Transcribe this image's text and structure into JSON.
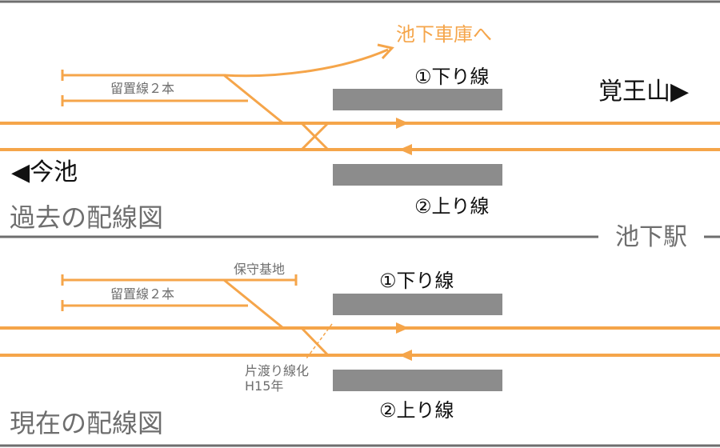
{
  "colors": {
    "track": "#f5a54a",
    "platform": "#8c8c8c",
    "divider": "#6e6e6e",
    "label_gray": "#6e6e6e",
    "dark": "#111111",
    "dashed_removed": "#f5a54a"
  },
  "station": {
    "name": "池下駅"
  },
  "past": {
    "section_title": "過去の配線図",
    "depot_label": "池下車庫へ",
    "siding_label": "留置線２本",
    "platform_down_label": "①下り線",
    "platform_up_label": "②上り線",
    "direction_east": "覚王山▶",
    "direction_west": "◀今池"
  },
  "current": {
    "section_title": "現在の配線図",
    "siding_label": "留置線２本",
    "maintenance_label": "保守基地",
    "platform_down_label": "①下り線",
    "platform_up_label": "②上り線",
    "crossover_note_line1": "片渡り線化",
    "crossover_note_line2": "H15年"
  }
}
